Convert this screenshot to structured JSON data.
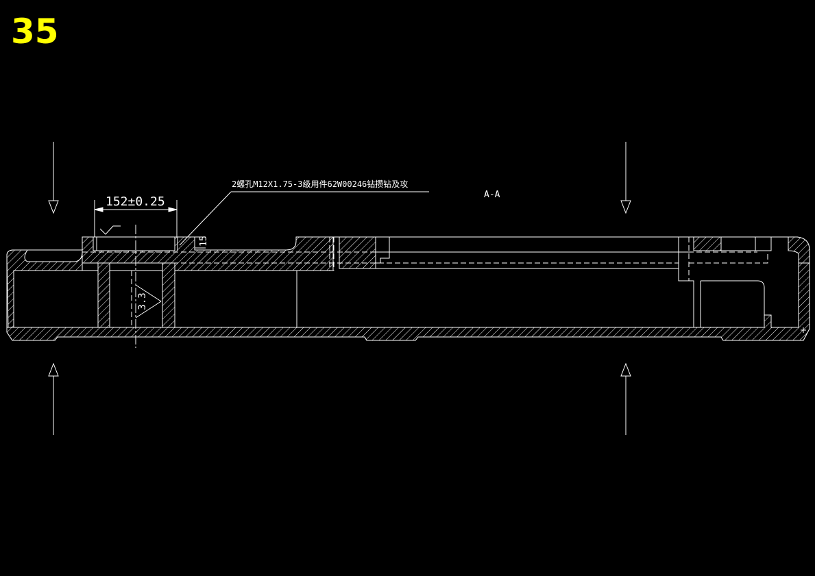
{
  "sheet": {
    "number": "35"
  },
  "section": {
    "label": "A-A"
  },
  "annotations": {
    "thread_note": "2螺孔M12X1.75-3级用件62W00246钻攒钻及攻",
    "dimension_horizontal": "152±0.25",
    "dimension_depth": "15",
    "dimension_vertical": "3.3"
  },
  "colors": {
    "background": "#000000",
    "lines": "#ffffff",
    "sheet_number": "#ffff00"
  }
}
